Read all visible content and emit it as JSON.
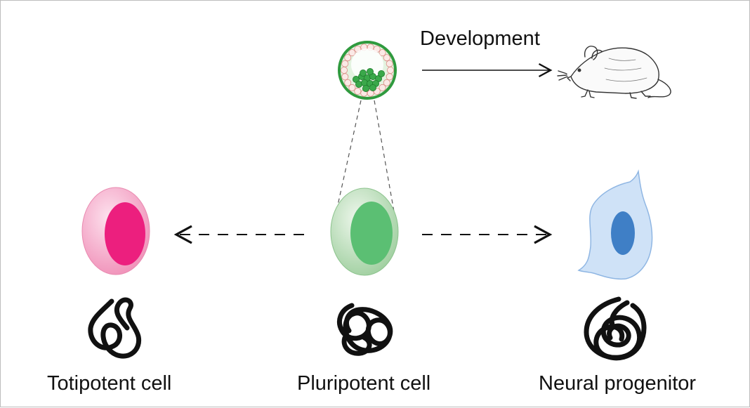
{
  "labels": {
    "development": "Development",
    "totipotent": "Totipotent cell",
    "pluripotent": "Pluripotent cell",
    "neural": "Neural progenitor"
  },
  "colors": {
    "totipotent_outer": "#f4a9c6",
    "totipotent_nucleus": "#ec1f7e",
    "pluripotent_outer": "#b9dcb8",
    "pluripotent_nucleus": "#5bbf73",
    "neural_cytoplasm": "#cfe2f7",
    "neural_outline": "#8fb6e3",
    "neural_nucleus": "#3f7fc6",
    "blastocyst_green": "#3aa84a",
    "ink": "#111111"
  },
  "icons": {
    "blastocyst": "blastocyst-icon",
    "mouse": "mouse-icon",
    "chromatin": "chromatin-icon"
  }
}
